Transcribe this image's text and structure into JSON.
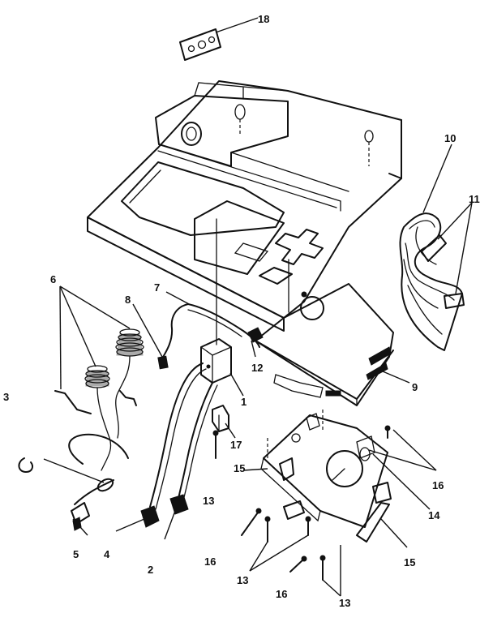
{
  "callouts": {
    "c1": "1",
    "c2": "2",
    "c3": "3",
    "c4": "4",
    "c5": "5",
    "c6": "6",
    "c7": "7",
    "c8": "8",
    "c9": "9",
    "c10": "10",
    "c11": "11",
    "c12": "12",
    "c13a": "13",
    "c13b": "13",
    "c13c": "13",
    "c14": "14",
    "c15a": "15",
    "c15b": "15",
    "c16a": "16",
    "c16b": "16",
    "c16c": "16",
    "c17": "17",
    "c18": "18"
  }
}
